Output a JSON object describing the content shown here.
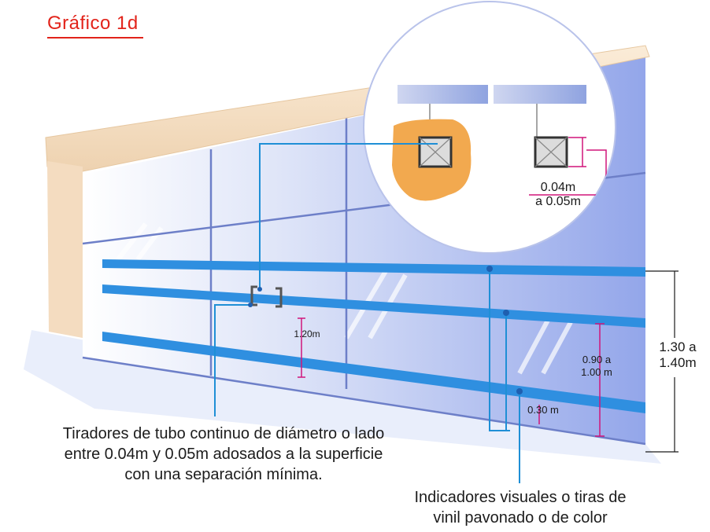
{
  "title": "Gráfico 1d",
  "dimensions": {
    "pull_width": "0.04m",
    "pull_width_2": "a 0.05m",
    "pull_height": "1.20m",
    "strip_upper_a": "0.90 a",
    "strip_upper_b": "1.00 m",
    "strip_lower": "0.30 m",
    "strip_range_a": "1.30 a",
    "strip_range_b": "1.40m"
  },
  "captions": {
    "pulls_line1": "Tiradores de tubo continuo de diámetro o lado",
    "pulls_line2": "entre 0.04m  y 0.05m  adosados  a la superficie",
    "pulls_line3": "con una separación mínima.",
    "strips_line1": "Indicadores visuales o tiras de",
    "strips_line2": "vinil pavonado o de color"
  },
  "colors": {
    "title": "#e2231a",
    "glass": "#c9d3f3",
    "strip": "#2f8fe0",
    "callout": "#1f8fd6",
    "dimension": "#d0157a",
    "frame": "#f3dcc0",
    "hand": "#f2a94f"
  }
}
